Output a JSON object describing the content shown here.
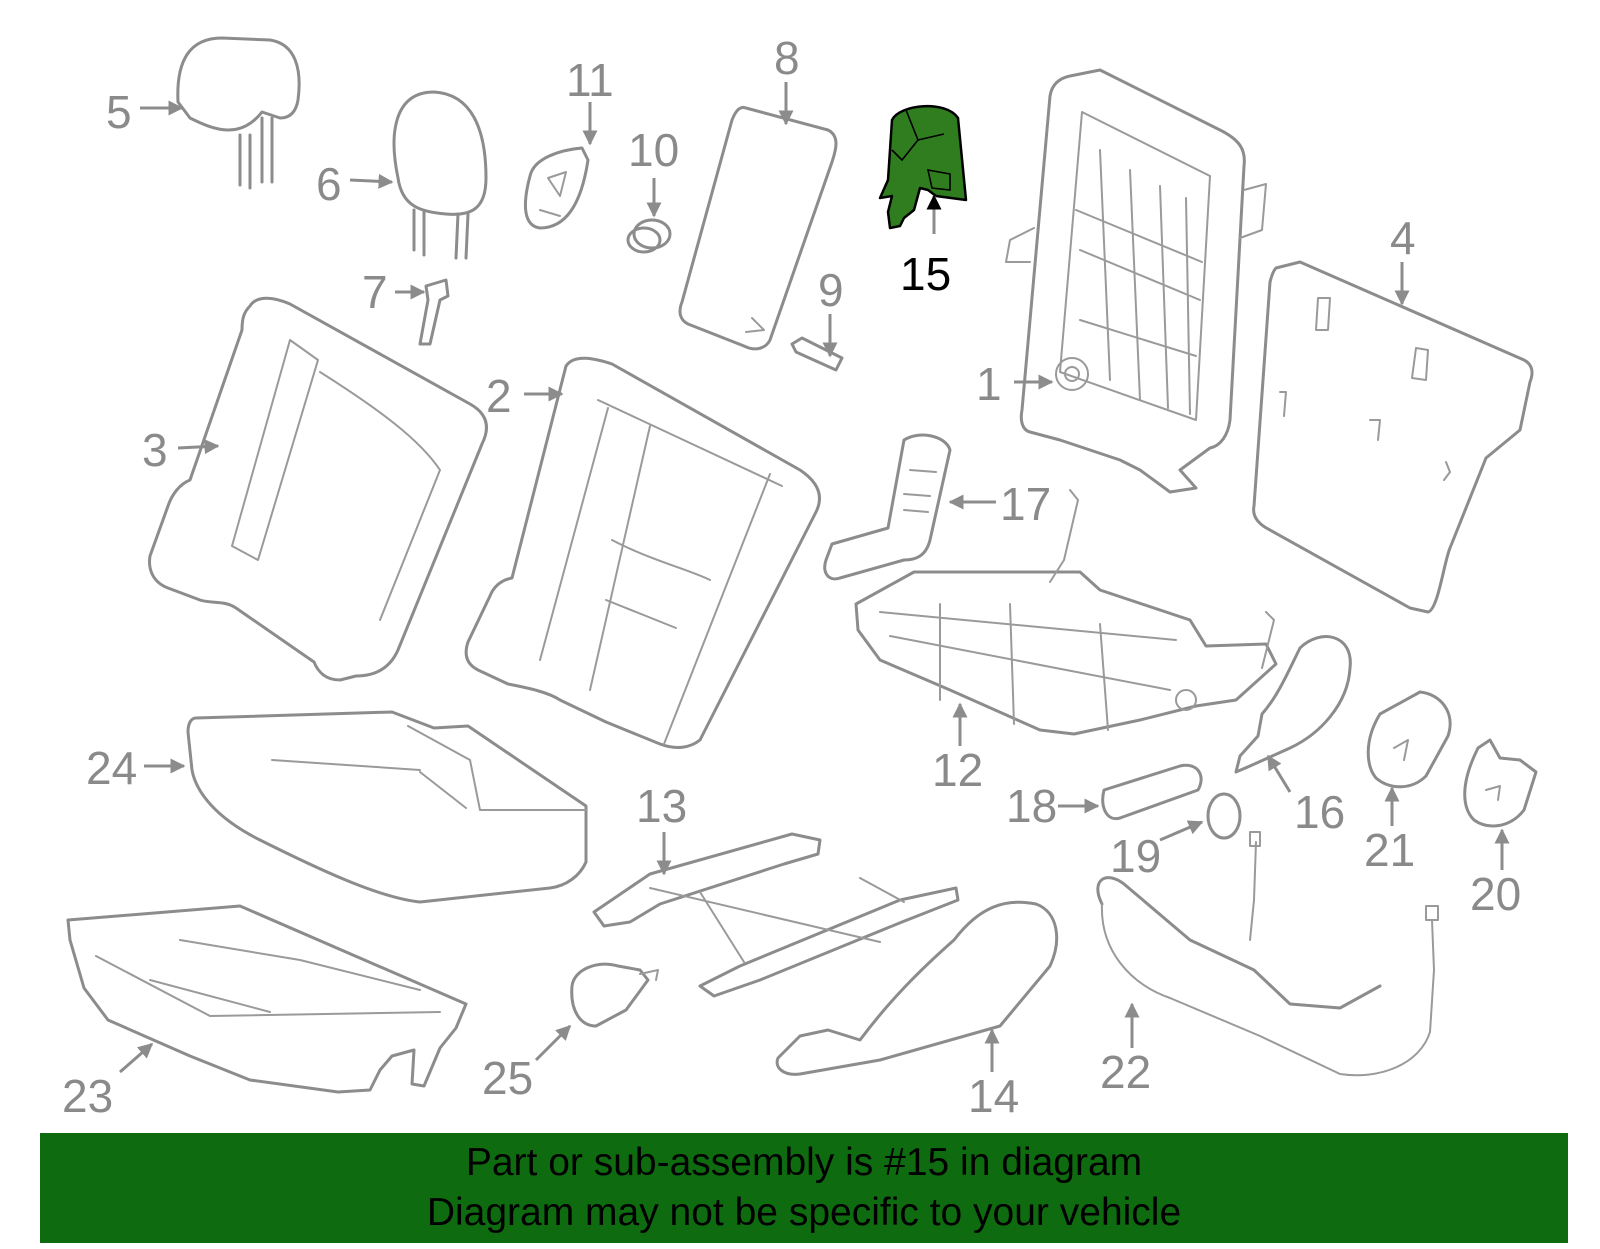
{
  "diagram": {
    "highlight_color": "#2f7d1f",
    "line_color": "#8c8c8c",
    "highlighted_part": "15",
    "callouts": [
      "1",
      "2",
      "3",
      "4",
      "5",
      "6",
      "7",
      "8",
      "9",
      "10",
      "11",
      "12",
      "13",
      "14",
      "15",
      "16",
      "17",
      "18",
      "19",
      "20",
      "21",
      "22",
      "23",
      "24",
      "25"
    ]
  },
  "banner": {
    "background": "#0f6b10",
    "line1": "Part or sub-assembly is #15 in diagram",
    "line2": "Diagram may not be specific to your vehicle"
  }
}
